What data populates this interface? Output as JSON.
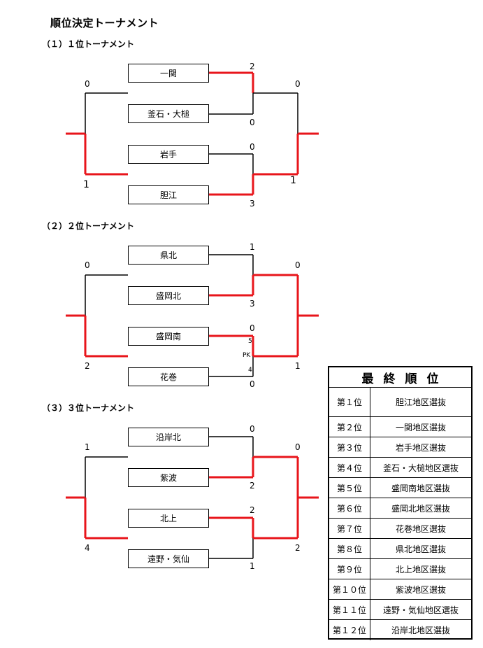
{
  "title": "順位決定トーナメント",
  "colors": {
    "winner_line": "#e8151b",
    "line": "#000000"
  },
  "brackets": [
    {
      "heading": "（１）１位トーナメント",
      "teams": [
        "一関",
        "釜石・大槌",
        "岩手",
        "胆江"
      ],
      "scores": [
        "2",
        "0",
        "0",
        "3",
        "0",
        "1",
        "0",
        "1"
      ]
    },
    {
      "heading": "（２）２位トーナメント",
      "teams": [
        "県北",
        "盛岡北",
        "盛岡南",
        "花巻"
      ],
      "scores": [
        "1",
        "3",
        "0",
        "0",
        "0",
        "1",
        "0",
        "2"
      ],
      "pk": [
        "5",
        "PK",
        "4"
      ]
    },
    {
      "heading": "（３）３位トーナメント",
      "teams": [
        "沿岸北",
        "紫波",
        "北上",
        "遠野・気仙"
      ],
      "scores": [
        "0",
        "2",
        "2",
        "1",
        "0",
        "2",
        "1",
        "4"
      ]
    }
  ],
  "ranking": {
    "header": "最終順位",
    "rows": [
      {
        "place": "第１位",
        "team": "胆江地区選抜"
      },
      {
        "place": "第２位",
        "team": "一関地区選抜"
      },
      {
        "place": "第３位",
        "team": "岩手地区選抜"
      },
      {
        "place": "第４位",
        "team": "釜石・大槌地区選抜"
      },
      {
        "place": "第５位",
        "team": "盛岡南地区選抜"
      },
      {
        "place": "第６位",
        "team": "盛岡北地区選抜"
      },
      {
        "place": "第７位",
        "team": "花巻地区選抜"
      },
      {
        "place": "第８位",
        "team": "県北地区選抜"
      },
      {
        "place": "第９位",
        "team": "北上地区選抜"
      },
      {
        "place": "第１０位",
        "team": "紫波地区選抜"
      },
      {
        "place": "第１１位",
        "team": "遠野・気仙地区選抜"
      },
      {
        "place": "第１２位",
        "team": "沿岸北地区選抜"
      }
    ]
  }
}
